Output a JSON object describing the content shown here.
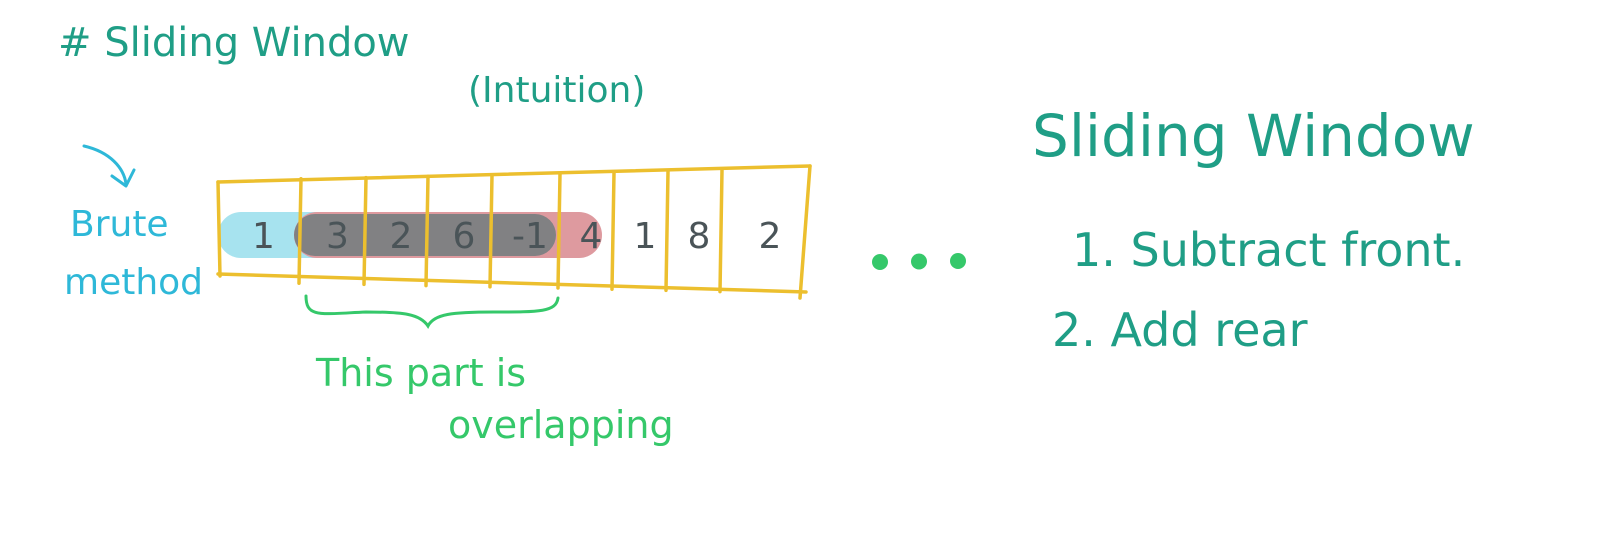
{
  "title": "# Sliding Window",
  "subtitle": "(Intuition)",
  "brute_label": {
    "line1": "Brute",
    "line2": "method"
  },
  "array": {
    "cells": [
      "1",
      "3",
      "2",
      "6",
      "-1",
      "4",
      "1",
      "8",
      "2"
    ],
    "ellipsis_dot_count": 3
  },
  "overlap_label": {
    "line1": "This part is",
    "line2": "overlapping"
  },
  "right_panel": {
    "title": "Sliding Window",
    "steps": [
      "1. Subtract front.",
      "2. Add rear"
    ]
  },
  "colors": {
    "title": "#1f9e86",
    "brute": "#2eb8d8",
    "array_border": "#ecbf2e",
    "window_blue": "#a7e3ef",
    "window_red": "#de9a9f",
    "window_overlap": "#7b7f82",
    "overlap_label": "#35c86a",
    "dots": "#35c86a"
  }
}
